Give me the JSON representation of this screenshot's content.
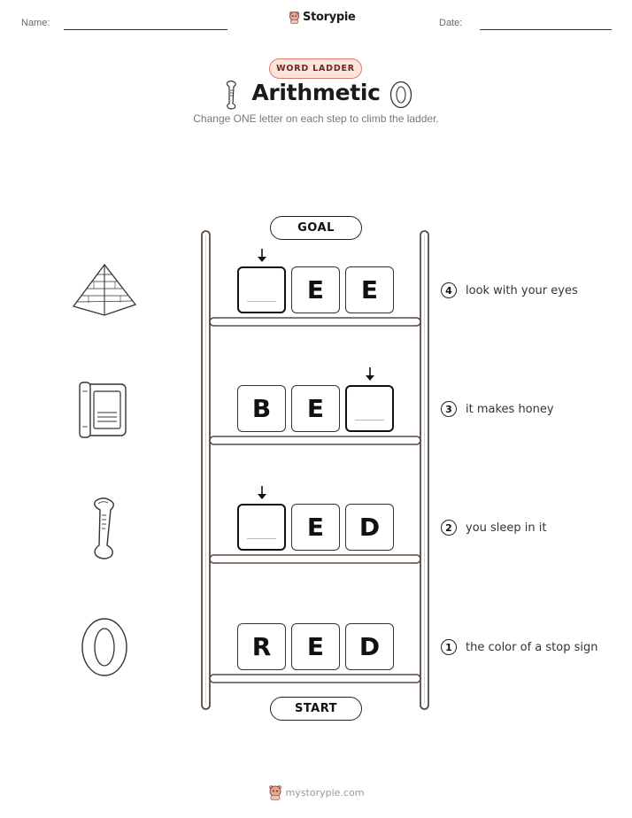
{
  "header": {
    "name_label": "Name:",
    "date_label": "Date:",
    "brand": "Storypie"
  },
  "badge": "WORD LADDER",
  "title": "Arithmetic",
  "subtitle": "Change ONE letter on each step to climb the ladder.",
  "goal_label": "GOAL",
  "start_label": "START",
  "rungs": [
    {
      "number": "4",
      "clue": "look with your eyes",
      "letters": [
        "",
        "E",
        "E"
      ],
      "blank_index": 0,
      "picture": "pyramid-icon"
    },
    {
      "number": "3",
      "clue": "it makes honey",
      "letters": [
        "B",
        "E",
        ""
      ],
      "blank_index": 2,
      "picture": "book-icon"
    },
    {
      "number": "2",
      "clue": "you sleep in it",
      "letters": [
        "",
        "E",
        "D"
      ],
      "blank_index": 0,
      "picture": "bone-icon"
    },
    {
      "number": "1",
      "clue": "the color of a stop sign",
      "letters": [
        "R",
        "E",
        "D"
      ],
      "blank_index": null,
      "picture": "zero-icon"
    }
  ],
  "footer": "mystorypie.com",
  "colors": {
    "badge_fill": "#fde3dc",
    "badge_border": "#e07a68",
    "ladder": "#5a4a44"
  }
}
